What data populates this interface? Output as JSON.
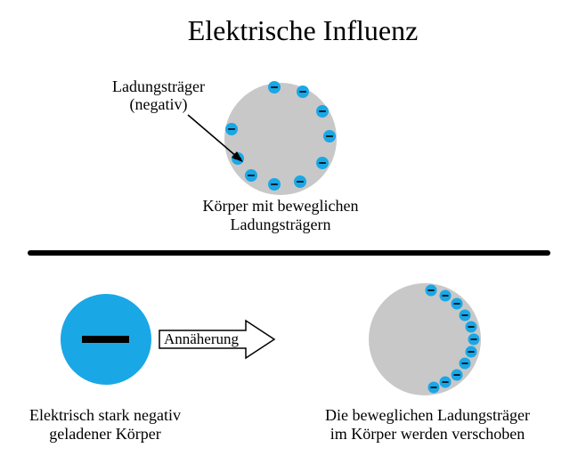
{
  "title": "Elektrische Influenz",
  "top": {
    "pointer_label_line1": "Ladungsträger",
    "pointer_label_line2": "(negativ)",
    "body_caption_line1": "Körper mit beweglichen",
    "body_caption_line2": "Ladungsträgern",
    "carrier_symbol": "−"
  },
  "bottom_left": {
    "caption_line1": "Elektrisch stark negativ",
    "caption_line2": "geladener Körper"
  },
  "arrow": {
    "label": "Annäherung"
  },
  "bottom_right": {
    "caption_line1": "Die beweglichen Ladungsträger",
    "caption_line2": "im Körper werden verschoben"
  },
  "colors": {
    "body_gray": "#c8c8c8",
    "charge_blue": "#1aa7e6",
    "line": "#000000"
  }
}
